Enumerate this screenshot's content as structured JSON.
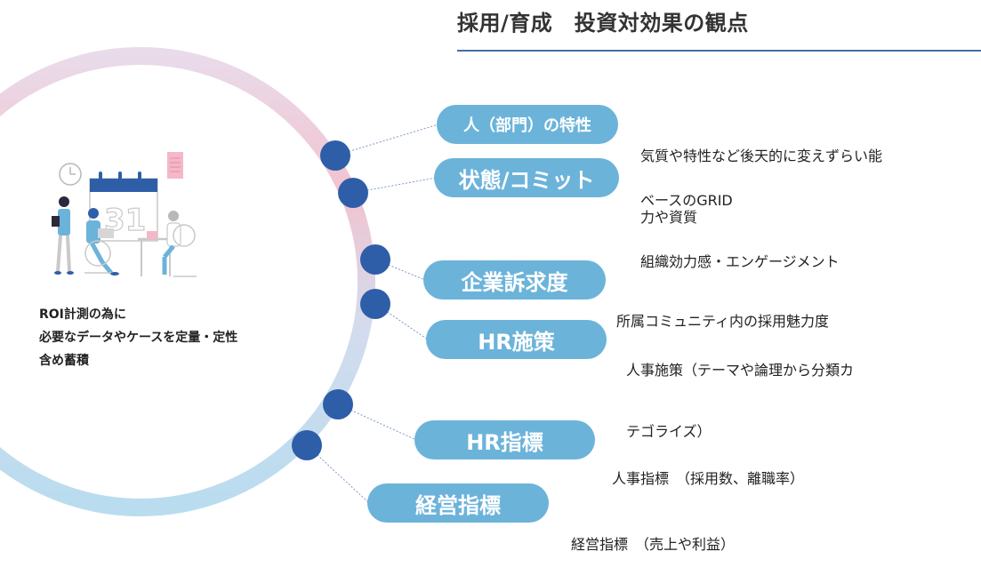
{
  "title": "採用/育成　投資対効果の観点",
  "left_caption": {
    "line1": "ROI計測の為に",
    "line2": "必要なデータやケースを定量・定性",
    "line3": "含め蓄積"
  },
  "illustration": {
    "calendar_number": "31"
  },
  "items": [
    {
      "label": "人（部門）の特性",
      "desc_line1": "気質や特性など後天的に変えずらい能",
      "desc_line2": "力や資質"
    },
    {
      "label": "状態/コミット",
      "desc_line1": "ベースのGRID",
      "desc_line2": "組織効力感・エンゲージメント"
    },
    {
      "label": "企業訴求度",
      "desc_line1": "所属コミュニティ内の採用魅力度"
    },
    {
      "label": "HR施策",
      "desc_line1": "人事施策（テーマや論理から分類カ",
      "desc_line2": "テゴライズ）"
    },
    {
      "label": "HR指標",
      "desc_line1": "人事指標　（採用数、離職率）"
    },
    {
      "label": "経営指標",
      "desc_line1": "経営指標　（売上や利益）"
    }
  ],
  "colors": {
    "pill": "#6cb3da",
    "dot": "#2f5ea8",
    "ring_pink": "#f2c3cf",
    "ring_blue": "#b9dcef",
    "rule": "#3f6fa3"
  }
}
